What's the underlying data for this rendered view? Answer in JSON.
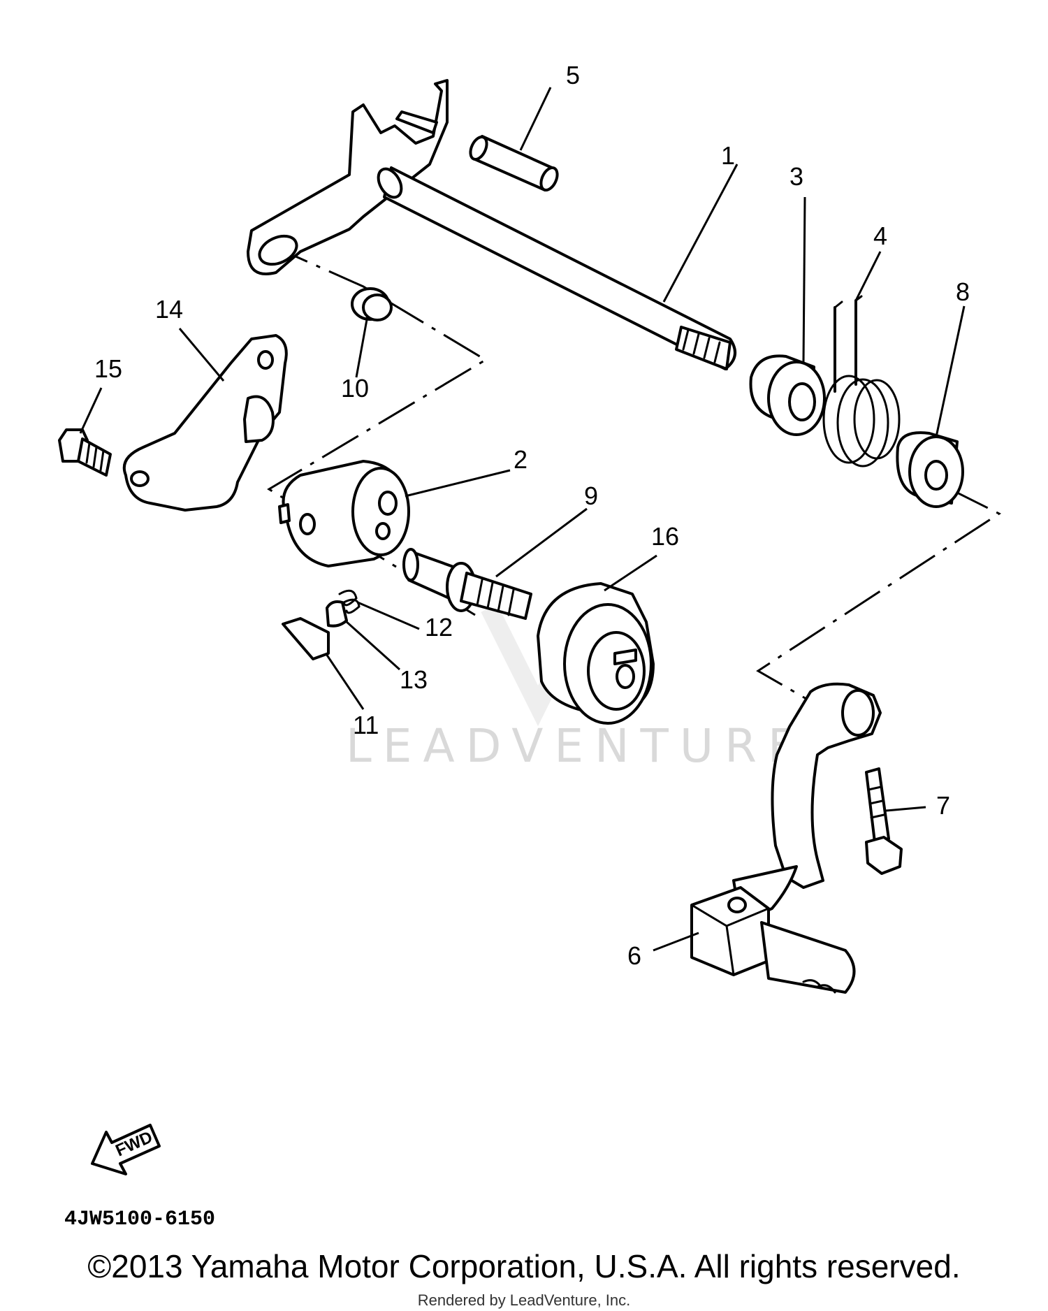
{
  "callouts": {
    "c1": "1",
    "c2": "2",
    "c3": "3",
    "c4": "4",
    "c5": "5",
    "c6": "6",
    "c7": "7",
    "c8": "8",
    "c9": "9",
    "c10": "10",
    "c11": "11",
    "c12": "12",
    "c13": "13",
    "c14": "14",
    "c15": "15",
    "c16": "16"
  },
  "fwd_label": "FWD",
  "diagram_code": "4JW5100-6150",
  "watermark": "LEADVENTURE",
  "copyright": "©2013 Yamaha Motor Corporation, U.S.A. All rights reserved.",
  "rendered_by": "Rendered by LeadVenture, Inc."
}
